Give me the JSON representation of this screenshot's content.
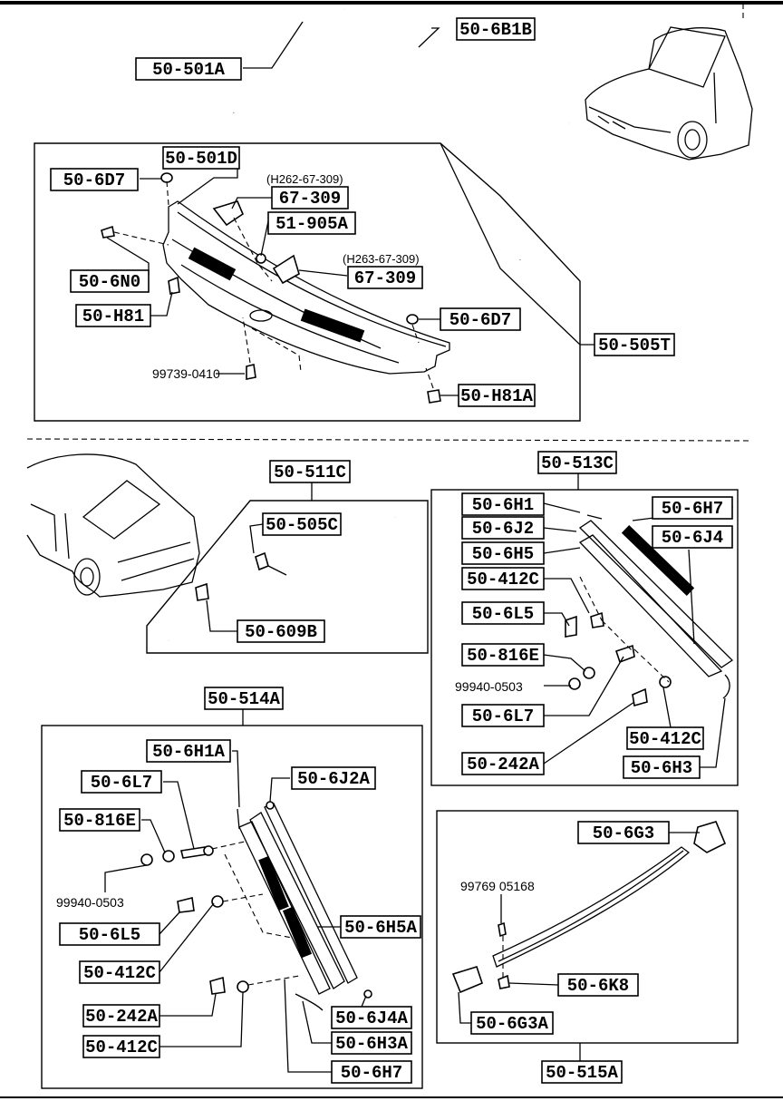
{
  "top_section": {
    "labels": {
      "frame_trim": "50-501A",
      "upper_molding": "50-6B1B",
      "cowl_grille": "50-501D",
      "clip_top": "50-6D7",
      "cap_upper": "67-309",
      "cap_upper_note": "(H262-67-309)",
      "nut_b": "51-905A",
      "cap_lower": "67-309",
      "cap_lower_note": "(H263-67-309)",
      "screw_n": "50-6N0",
      "fastener_h81": "50-H81",
      "clip_right": "50-6D7",
      "assembly": "50-505T",
      "fastener_h81a": "50-H81A",
      "bolt_pn": "99739-0410"
    }
  },
  "left_middle": {
    "labels": {
      "molding": "50-511C",
      "clip": "50-505C",
      "bracket": "50-609B"
    }
  },
  "right_middle": {
    "labels": {
      "assembly": "50-513C",
      "h1": "50-6H1",
      "j2": "50-6J2",
      "h5": "50-6H5",
      "c412_top": "50-412C",
      "l5": "50-6L5",
      "e816": "50-816E",
      "nut_pn": "99940-0503",
      "l7": "50-6L7",
      "a242": "50-242A",
      "h7": "50-6H7",
      "j4": "50-6J4",
      "c412_right": "50-412C",
      "h3": "50-6H3"
    }
  },
  "left_bottom": {
    "labels": {
      "assembly": "50-514A",
      "h1a": "50-6H1A",
      "j2a": "50-6J2A",
      "l7": "50-6L7",
      "e816": "50-816E",
      "nut_pn": "99940-0503",
      "l5": "50-6L5",
      "h5a": "50-6H5A",
      "c412_a": "50-412C",
      "a242": "50-242A",
      "j4a": "50-6J4A",
      "h3a": "50-6H3A",
      "c412_b": "50-412C",
      "h7": "50-6H7"
    }
  },
  "right_bottom": {
    "labels": {
      "g3": "50-6G3",
      "screw_pn": "99769 05168",
      "k8": "50-6K8",
      "g3a": "50-6G3A",
      "assembly": "50-515A"
    }
  }
}
